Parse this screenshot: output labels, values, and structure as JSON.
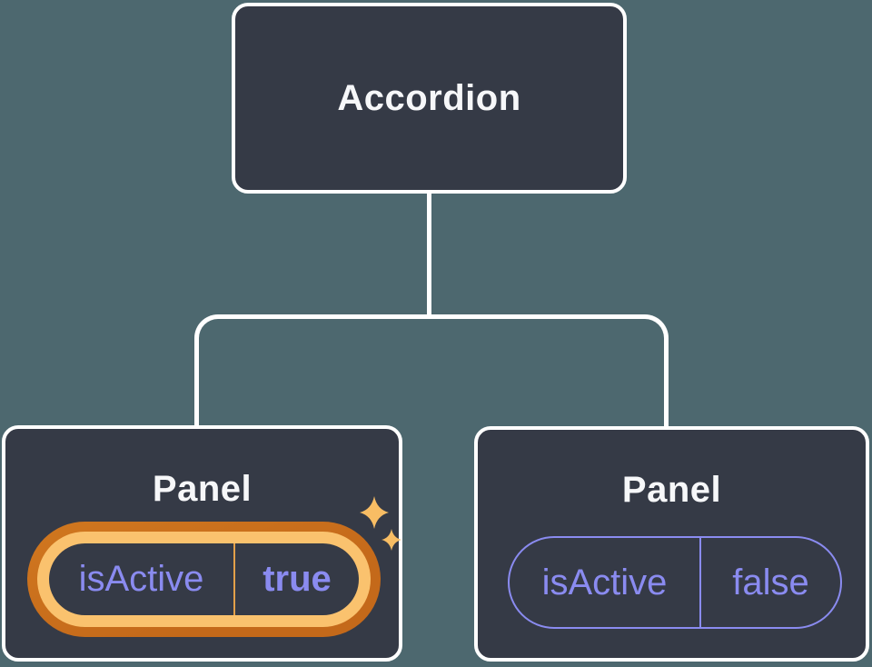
{
  "theme": {
    "bg": "#4D686F",
    "node-bg": "#353A46",
    "node-border": "#FFFFFF",
    "connector": "#FFFFFF",
    "purple": "#8A8BF0",
    "title-color": "#F6F7F9",
    "hl-outer": "#C4691A",
    "hl-outer-light": "#D0771F",
    "hl-inner": "#FAC26E",
    "hl-divider": "#E3A04A",
    "sparkle": "#F8BD64"
  },
  "tree": {
    "root": {
      "label": "Accordion"
    },
    "children": [
      {
        "label": "Panel",
        "state": {
          "name": "isActive",
          "value": "true"
        },
        "highlighted": true
      },
      {
        "label": "Panel",
        "state": {
          "name": "isActive",
          "value": "false"
        },
        "highlighted": false
      }
    ]
  }
}
